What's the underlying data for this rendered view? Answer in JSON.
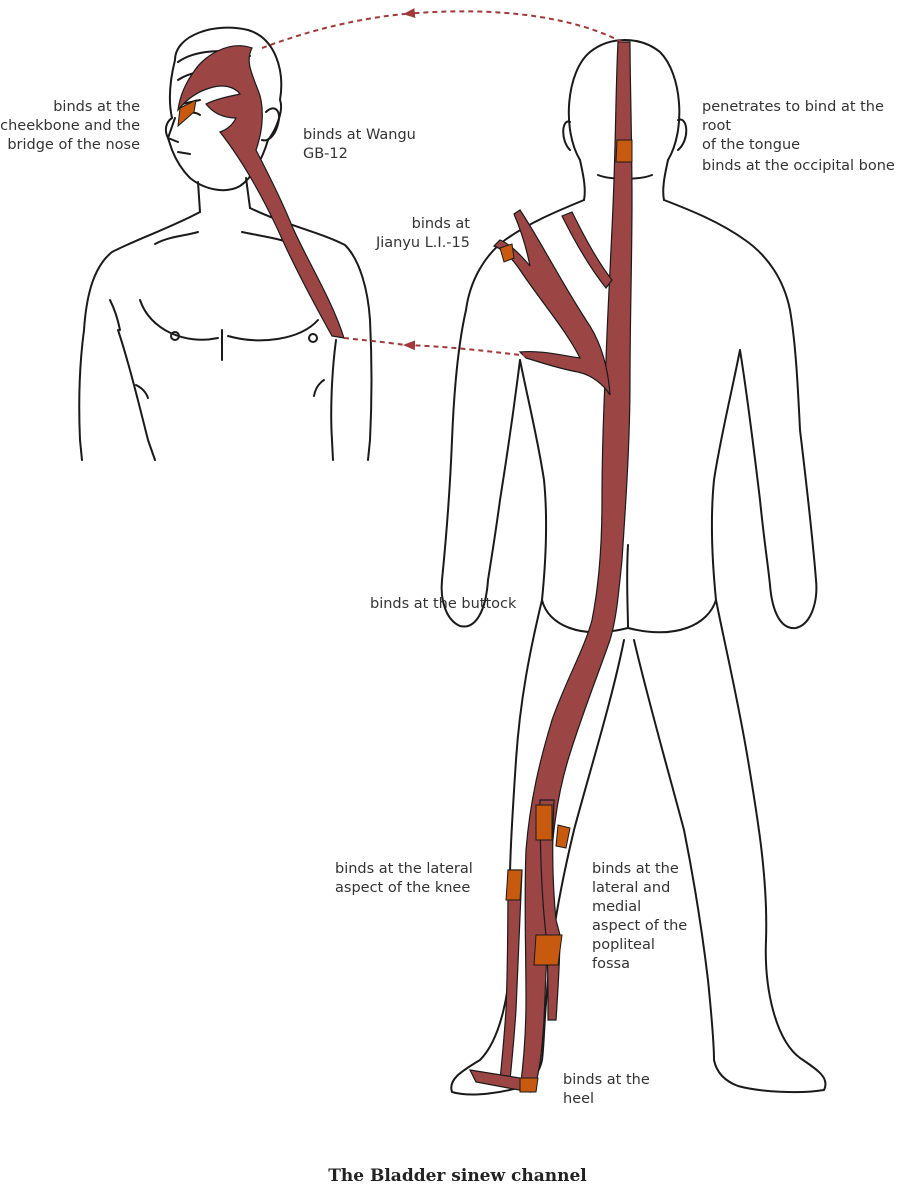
{
  "title": "The Bladder sinew channel",
  "labels": {
    "cheekbone": "binds at the\ncheekbone and the\nbridge of the nose",
    "wangu": "binds at Wangu\nGB-12",
    "jianyu": "binds at\nJianyu L.I.-15",
    "tongue": "penetrates to bind at the root\nof the tongue",
    "occipital": "binds at the occipital bone",
    "buttock": "binds at the buttock",
    "knee": "binds at the lateral\naspect of the knee",
    "popliteal": "binds at the\nlateral and\nmedial\naspect of the\npopliteal\nfossa",
    "heel": "binds at the\nheel"
  },
  "colors": {
    "channel": "#9c4545",
    "binding_point": "#c85a10",
    "outline": "#1a1a1a",
    "arrow": "#a03a3a"
  }
}
